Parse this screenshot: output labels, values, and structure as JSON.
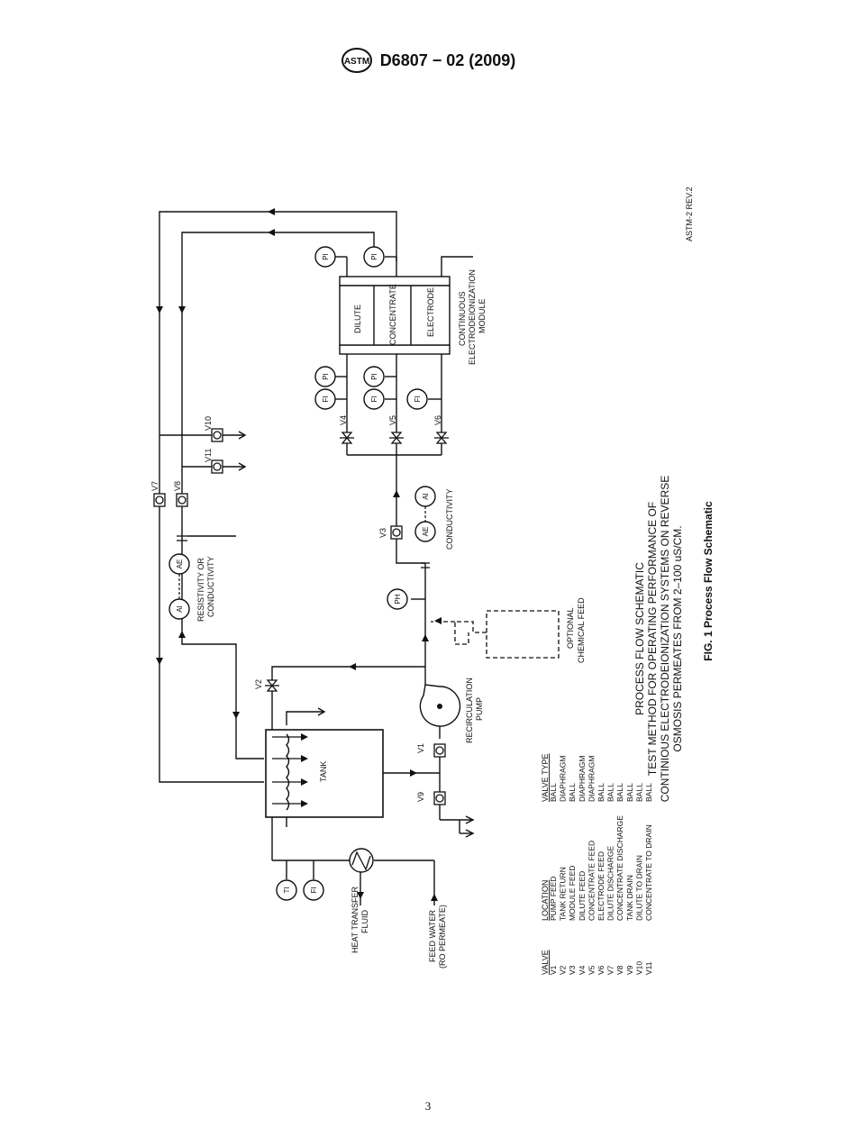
{
  "header": {
    "logo_text": "ASTM",
    "title": "D6807 − 02 (2009)"
  },
  "page_number": "3",
  "schematic": {
    "rev": "ASTM-2 REV.2",
    "module": {
      "chambers": [
        "DILUTE",
        "CONCENTRATE",
        "ELECTRODE"
      ],
      "label_1": "CONTINUOUS",
      "label_2": "ELECTRODEIONIZATION",
      "label_3": "MODULE"
    },
    "instruments": {
      "pi": "PI",
      "fi": "FI",
      "ae": "AE",
      "ai": "AI",
      "ph": "PH",
      "ti": "TI"
    },
    "valves": {
      "v1": "V1",
      "v2": "V2",
      "v3": "V3",
      "v4": "V4",
      "v5": "V5",
      "v6": "V6",
      "v7": "V7",
      "v8": "V8",
      "v9": "V9",
      "v10": "V10",
      "v11": "V11"
    },
    "labels": {
      "conductivity": "CONDUCTIVITY",
      "resistivity_1": "RESISTIVITY OR",
      "resistivity_2": "CONDUCTIVITY",
      "optional_1": "OPTIONAL",
      "optional_2": "CHEMICAL FEED",
      "pump_1": "RECIRCULATION",
      "pump_2": "PUMP",
      "tank": "TANK",
      "heat_1": "HEAT TRANSFER",
      "heat_2": "FLUID",
      "feed_1": "FEED WATER",
      "feed_2": "(RO PERMEATE)"
    }
  },
  "valve_table": {
    "headers": {
      "valve": "VALVE",
      "location": "LOCATION",
      "type": "VALVE TYPE"
    },
    "rows": [
      {
        "valve": "V1",
        "location": "PUMP FEED",
        "type": "BALL"
      },
      {
        "valve": "V2",
        "location": "TANK RETURN",
        "type": "DIAPHRAGM"
      },
      {
        "valve": "V3",
        "location": "MODULE FEED",
        "type": "BALL"
      },
      {
        "valve": "V4",
        "location": "DILUTE FEED",
        "type": "DIAPHRAGM"
      },
      {
        "valve": "V5",
        "location": "CONCENTRATE FEED",
        "type": "DIAPHRAGM"
      },
      {
        "valve": "V6",
        "location": "ELECTRODE FEED",
        "type": "BALL"
      },
      {
        "valve": "V7",
        "location": "DILUTE DISCHARGE",
        "type": "BALL"
      },
      {
        "valve": "V8",
        "location": "CONCENTRATE DISCHARGE",
        "type": "BALL"
      },
      {
        "valve": "V9",
        "location": "TANK DRAIN",
        "type": "BALL"
      },
      {
        "valve": "V10",
        "location": "DILUTE TO DRAIN",
        "type": "BALL"
      },
      {
        "valve": "V11",
        "location": "CONCENTRATE TO DRAIN",
        "type": "BALL"
      }
    ]
  },
  "caption_block": {
    "line1": "PROCESS FLOW SCHEMATIC",
    "line2": "TEST METHOD FOR OPERATING PERFORMANCE OF",
    "line3": "CONTINIOUS ELECTRODEIONIZATION SYSTEMS ON REVERSE",
    "line4": "OSMOSIS PERMEATES FROM 2–100 uS/CM."
  },
  "figure_caption": "FIG. 1 Process Flow Schematic"
}
